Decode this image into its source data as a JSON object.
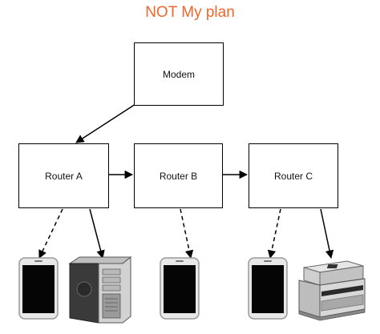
{
  "title": "NOT My plan",
  "nodes": {
    "modem": "Modem",
    "router_a": "Router A",
    "router_b": "Router B",
    "router_c": "Router C"
  },
  "colors": {
    "title": "#f2662a",
    "lines": "#000000"
  },
  "devices": [
    {
      "type": "smartphone-icon",
      "connection": "wireless",
      "router": "Router A"
    },
    {
      "type": "desktop-tower-icon",
      "connection": "wired",
      "router": "Router A"
    },
    {
      "type": "smartphone-icon",
      "connection": "wireless",
      "router": "Router B"
    },
    {
      "type": "smartphone-icon",
      "connection": "wireless",
      "router": "Router C"
    },
    {
      "type": "printer-icon",
      "connection": "wired",
      "router": "Router C"
    }
  ]
}
